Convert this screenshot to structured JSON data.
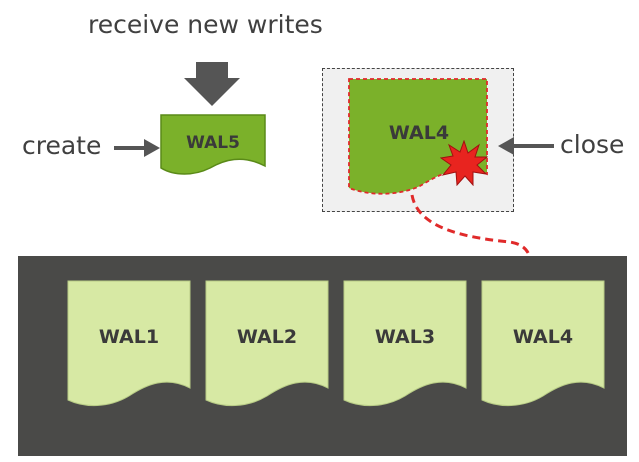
{
  "labels": {
    "receive": "receive new writes",
    "create": "create",
    "close": "close"
  },
  "active_wal": {
    "name": "WAL5"
  },
  "closing_wal": {
    "name": "WAL4"
  },
  "archived_wals": [
    {
      "name": "WAL1"
    },
    {
      "name": "WAL2"
    },
    {
      "name": "WAL3"
    },
    {
      "name": "WAL4"
    }
  ],
  "colors": {
    "active_green": "#7bb12a",
    "archived_green": "#d7e9a4",
    "storage_bg": "#4a4a48",
    "arrow_gray": "#555555",
    "flow_red": "#e02a2a"
  }
}
